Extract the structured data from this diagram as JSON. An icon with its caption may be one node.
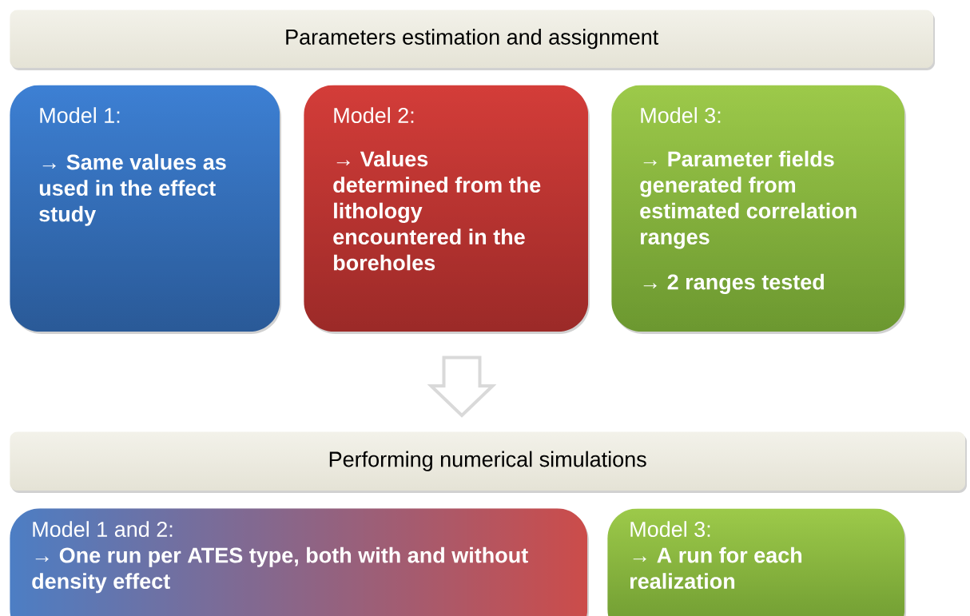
{
  "diagram": {
    "nodes": [
      {
        "text": [
          "Parameters estimation and assignment"
        ]
      },
      {
        "text": [
          "Model 1:",
          "→ Same values as used in the effect study"
        ]
      },
      {
        "text": [
          "Model 2:",
          "→ Values determined from the lithology encountered in the boreholes"
        ]
      },
      {
        "text": [
          "Model 3:",
          "→ Parameter fields generated from estimated correlation ranges",
          "→ 2 ranges tested"
        ]
      },
      {
        "text": [
          "Performing numerical simulations"
        ]
      },
      {
        "text": [
          "Model 1 and 2:",
          "→ One run per ATES type, both with and without density effect"
        ]
      },
      {
        "text": [
          "Model 3:",
          "→ A run for each realization"
        ]
      }
    ],
    "edges": [
      {
        "from": 2,
        "to": 4,
        "arrow": "to"
      }
    ]
  }
}
